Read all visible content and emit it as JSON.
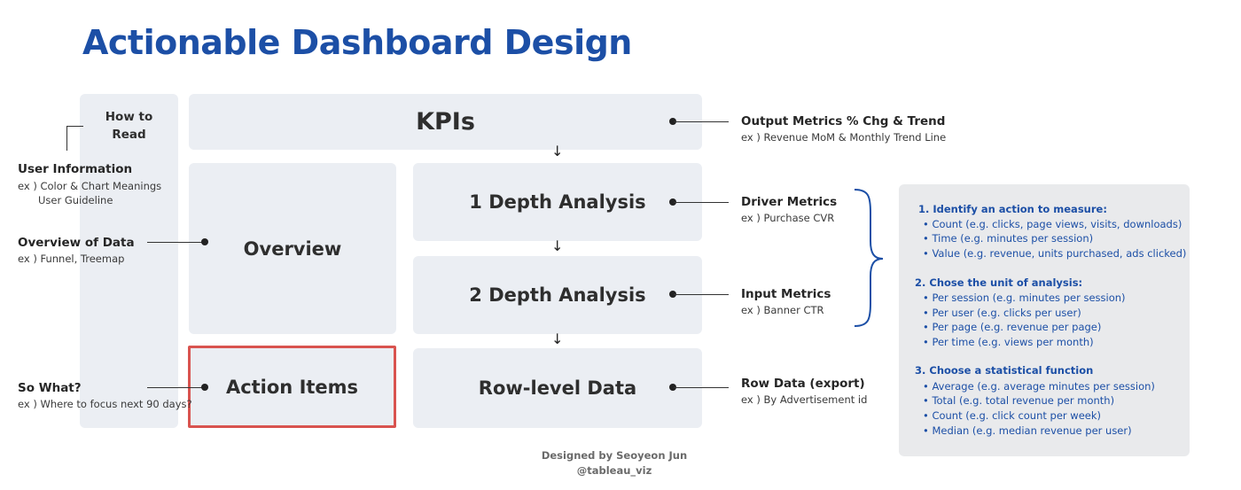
{
  "title": "Actionable Dashboard Design",
  "panels": {
    "how_to_read": "How to\nRead",
    "kpis": "KPIs",
    "overview": "Overview",
    "depth1": "1 Depth Analysis",
    "depth2": "2 Depth Analysis",
    "action_items": "Action Items",
    "row_level": "Row-level Data"
  },
  "left_annotations": {
    "user_info": {
      "title": "User Information",
      "line1": "ex ) Color & Chart Meanings",
      "line2": "User Guideline"
    },
    "overview_data": {
      "title": "Overview of Data",
      "sub": "ex ) Funnel, Treemap"
    },
    "so_what": {
      "title": "So What?",
      "sub": "ex ) Where to focus next 90 days?"
    }
  },
  "right_annotations": {
    "output": {
      "title": "Output Metrics % Chg & Trend",
      "sub": "ex ) Revenue MoM & Monthly Trend Line"
    },
    "driver": {
      "title": "Driver Metrics",
      "sub": "ex ) Purchase CVR"
    },
    "input": {
      "title": "Input Metrics",
      "sub": "ex ) Banner CTR"
    },
    "row": {
      "title": "Row Data (export)",
      "sub": "ex ) By Advertisement id"
    }
  },
  "credit": {
    "line1": "Designed by Seoyeon Jun",
    "line2": "@tableau_viz"
  },
  "side_panel": {
    "sections": [
      {
        "title": "1. Identify an action to measure:",
        "items": [
          "Count (e.g. clicks, page views, visits, downloads)",
          "Time (e.g. minutes per session)",
          "Value (e.g. revenue, units purchased, ads clicked)"
        ]
      },
      {
        "title": "2. Chose the unit of analysis:",
        "items": [
          "Per session (e.g. minutes per session)",
          "Per user (e.g. clicks per user)",
          "Per page (e.g. revenue per page)",
          "Per time (e.g. views per month)"
        ]
      },
      {
        "title": "3. Choose a statistical function",
        "items": [
          "Average (e.g. average minutes per session)",
          "Total (e.g. total revenue per month)",
          "Count (e.g. click count per week)",
          "Median (e.g. median revenue per user)"
        ]
      }
    ]
  },
  "colors": {
    "accent": "#1c4fa6",
    "highlight": "#d9534f",
    "panel": "#ebeef3"
  }
}
